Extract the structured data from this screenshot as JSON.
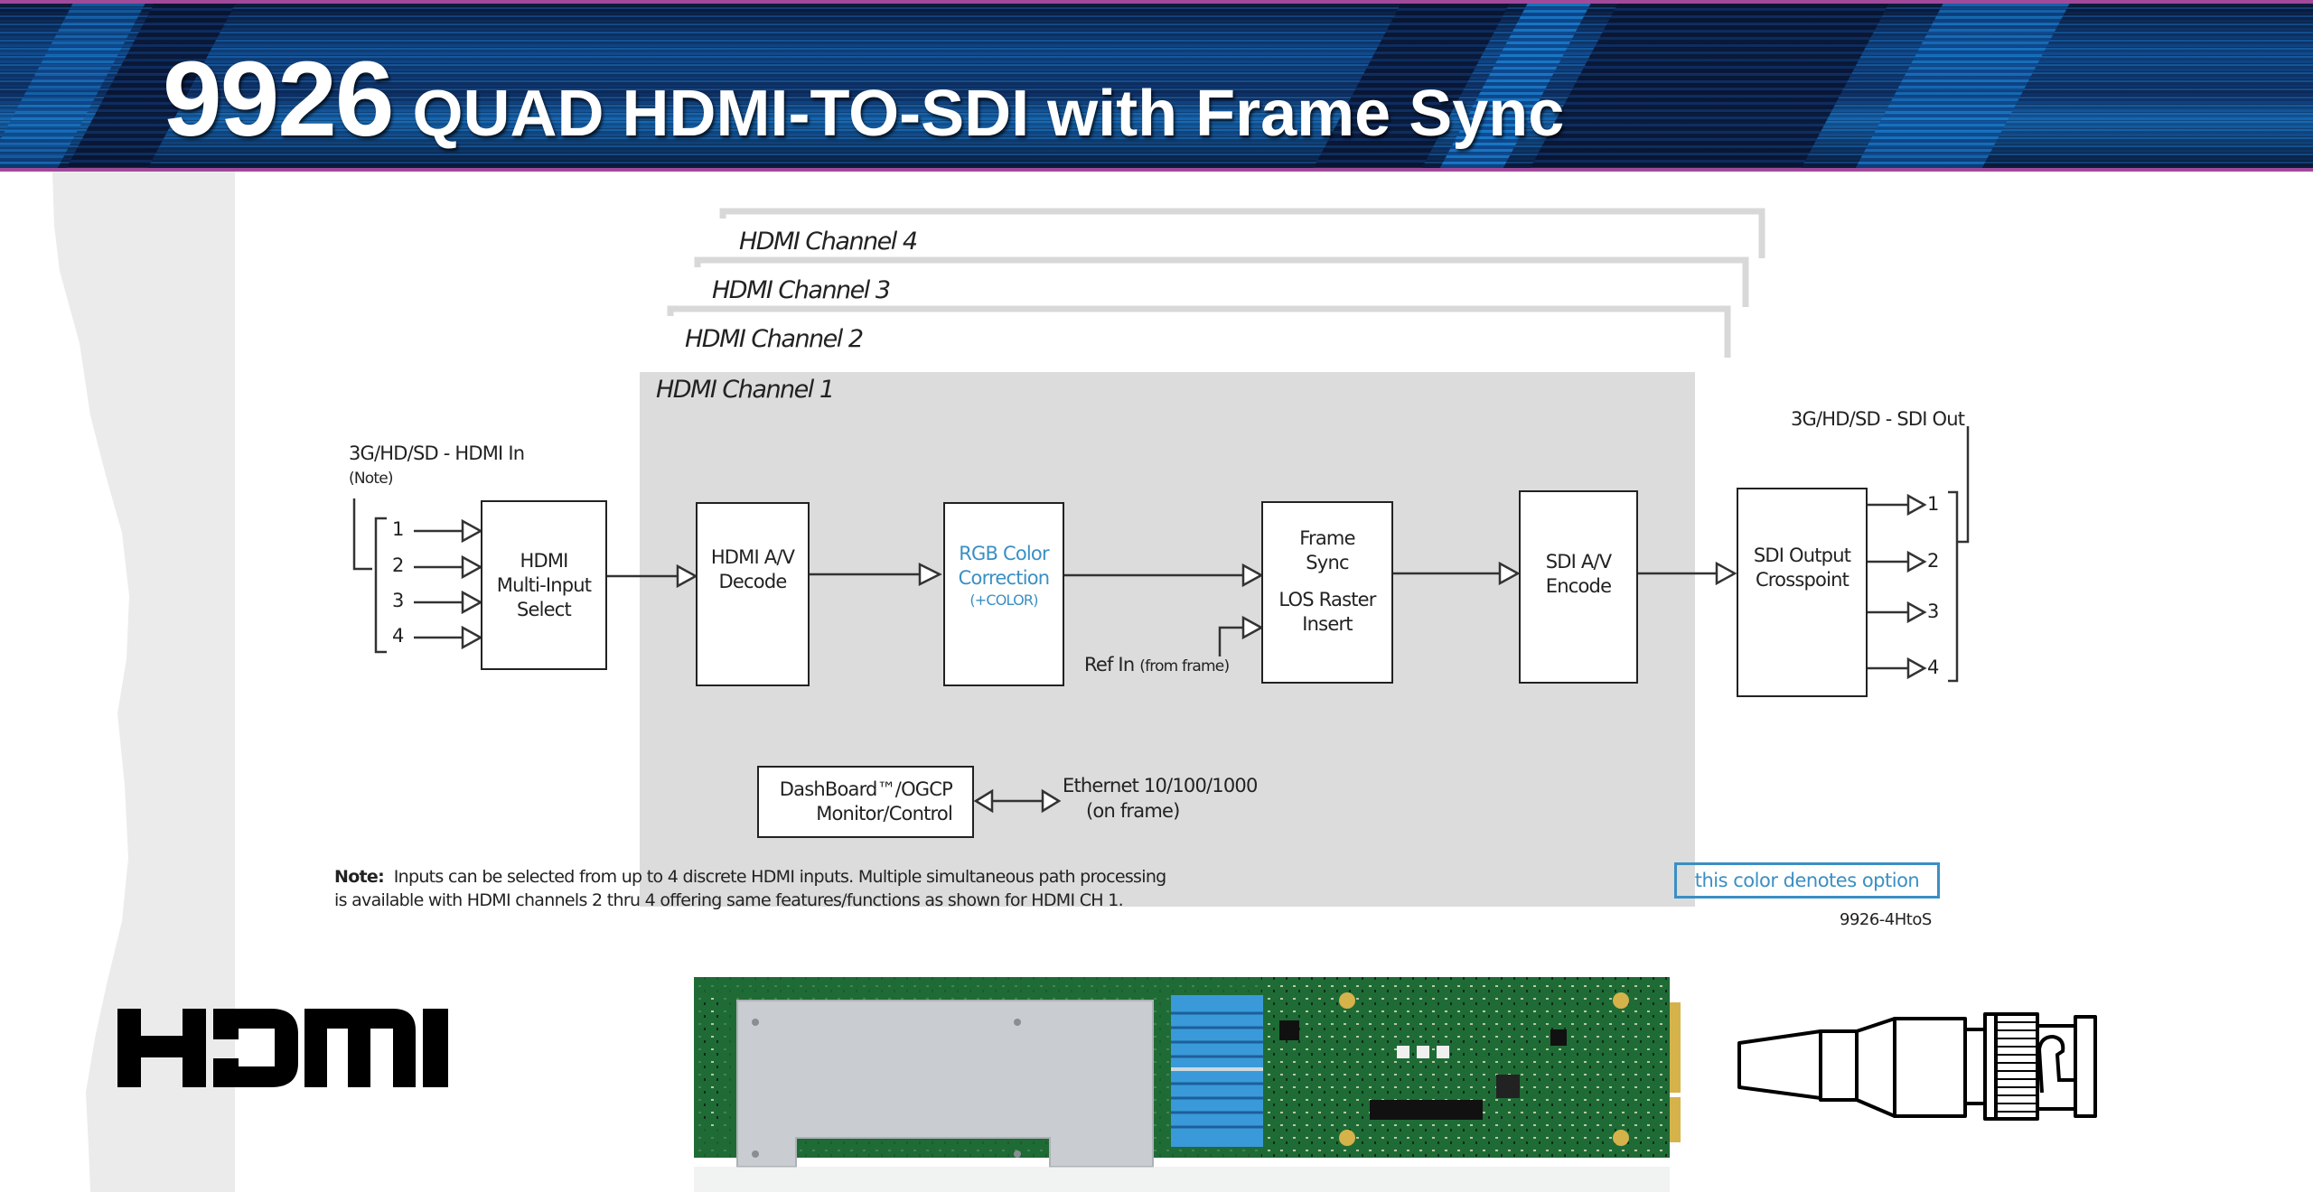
{
  "header": {
    "model_number": "9926",
    "title": "QUAD HDMI-TO-SDI with Frame Sync",
    "accent_color": "#a04a9a",
    "banner_color": "#114a8c"
  },
  "diagram": {
    "channels": [
      {
        "label": "HDMI Channel 4"
      },
      {
        "label": "HDMI Channel 3"
      },
      {
        "label": "HDMI Channel 2"
      },
      {
        "label": "HDMI Channel 1"
      }
    ],
    "input": {
      "title": "3G/HD/SD - HDMI In",
      "note": "(Note)",
      "ports": [
        "1",
        "2",
        "3",
        "4"
      ]
    },
    "blocks": {
      "input_select": [
        "HDMI",
        "Multi-Input",
        "Select"
      ],
      "decode": [
        "HDMI A/V",
        "Decode"
      ],
      "color_correction": [
        "RGB Color",
        "Correction",
        "(+COLOR)"
      ],
      "frame_sync": [
        "Frame",
        "Sync"
      ],
      "los_raster": [
        "LOS Raster",
        "Insert"
      ],
      "encode": [
        "SDI A/V",
        "Encode"
      ],
      "crosspoint": [
        "SDI Output",
        "Crosspoint"
      ],
      "dashboard": [
        "DashBoard™/OGCP",
        "Monitor/Control"
      ]
    },
    "ref_in": {
      "label": "Ref In",
      "sub": "(from frame)"
    },
    "output": {
      "title": "3G/HD/SD - SDI Out",
      "ports": [
        "1",
        "2",
        "3",
        "4"
      ]
    },
    "ethernet": {
      "line1": "Ethernet 10/100/1000",
      "line2": "(on frame)"
    },
    "option_color": "#3a8fc4",
    "channel1_bg": "#dcdcdc"
  },
  "footer": {
    "note_label": "Note:",
    "note_line1": "Inputs can be selected from up to 4 discrete HDMI inputs. Multiple simultaneous path processing",
    "note_line2": "is available with HDMI channels 2 thru 4 offering same features/functions as shown for HDMI CH 1.",
    "legend": "this color denotes option",
    "part_number": "9926-4HtoS"
  },
  "images": {
    "logo": "HDMI",
    "board": "card-photo",
    "connector": "bnc-connector"
  }
}
